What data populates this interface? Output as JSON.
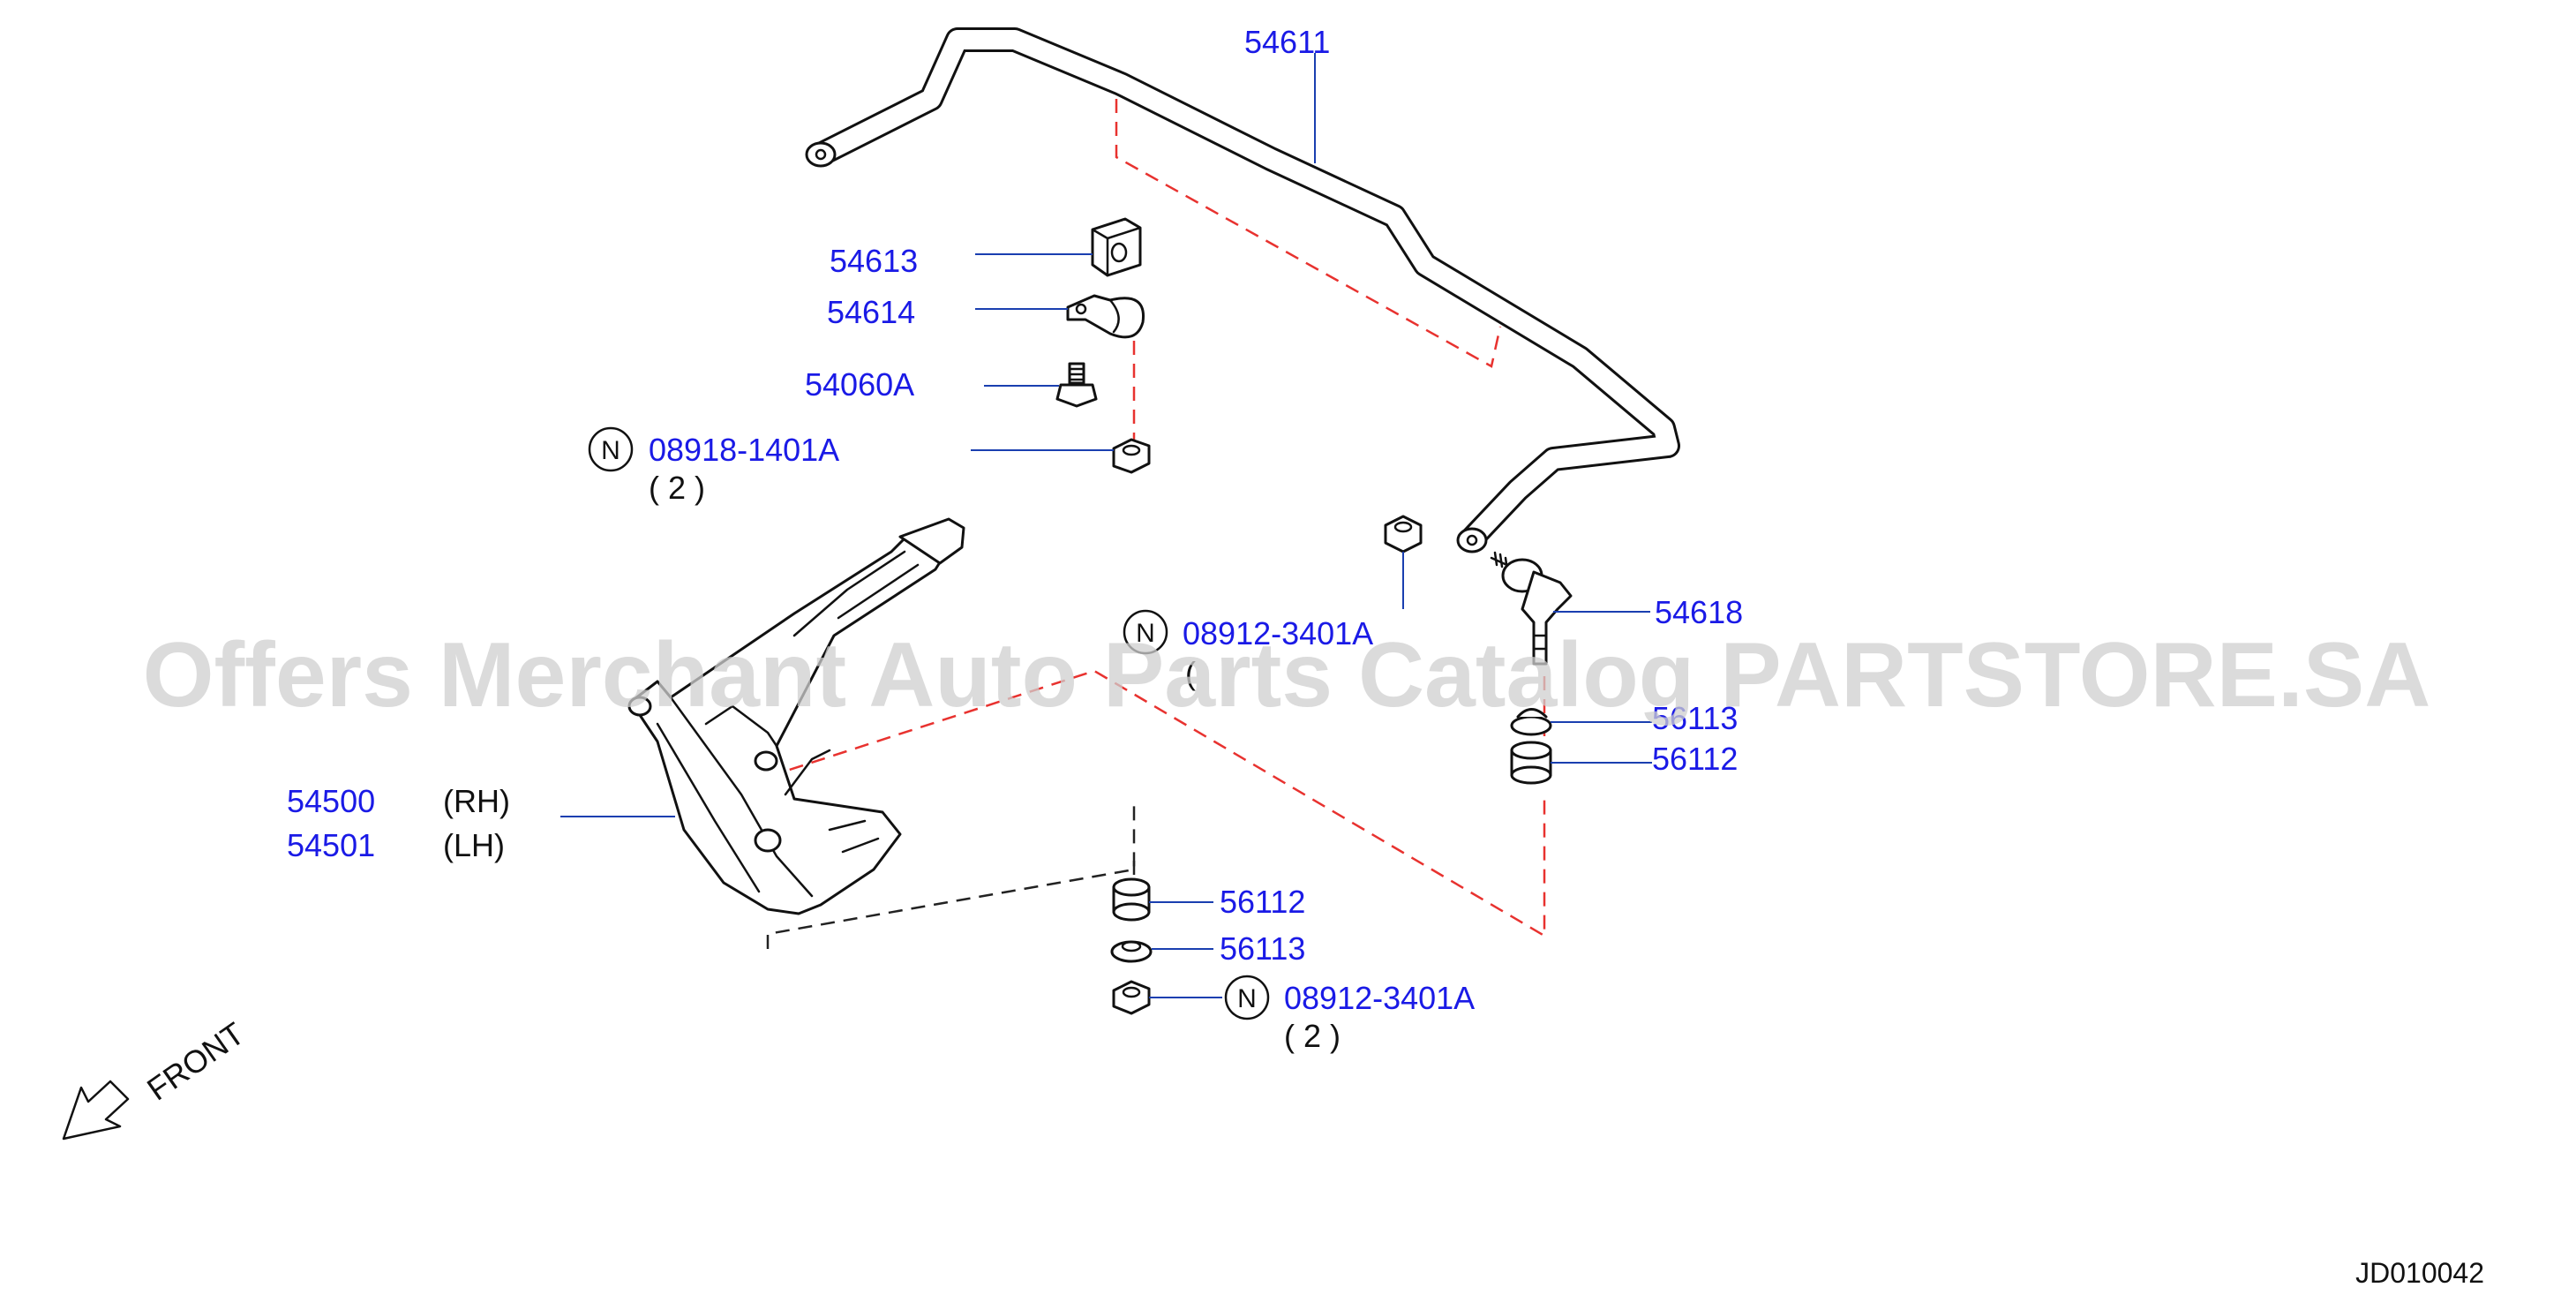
{
  "parts": {
    "stabilizer_bar": "54611",
    "bushing": "54613",
    "clamp": "54614",
    "bolt": "54060A",
    "nut_top": {
      "badge": "N",
      "number": "08918-1401A",
      "qty": "( 2 )"
    },
    "connecting_rod": "54618",
    "nut_mid": {
      "badge": "N",
      "number": "08912-3401A",
      "qty": "("
    },
    "washer_upper": "56113",
    "bushing_upper": "56112",
    "lower_arm_rh": {
      "number": "54500",
      "side": "(RH)"
    },
    "lower_arm_lh": {
      "number": "54501",
      "side": "(LH)"
    },
    "bushing_lower": "56112",
    "washer_lower": "56113",
    "nut_bottom": {
      "badge": "N",
      "number": "08912-3401A",
      "qty": "( 2 )"
    }
  },
  "direction": "FRONT",
  "ref_code": "JD010042",
  "watermark": "Offers Merchant Auto Parts Catalog PARTSTORE.SA",
  "colors": {
    "label": "#1a1ae6",
    "dashed_guide": "#e8322f",
    "leader": "#1a3fb0",
    "watermark": "#cfcfcf"
  }
}
